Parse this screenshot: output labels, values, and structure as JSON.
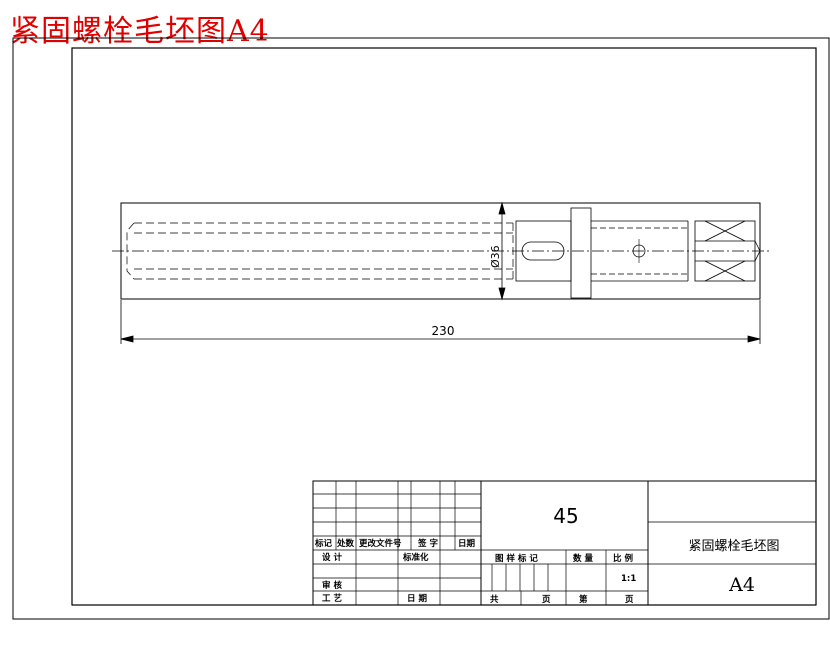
{
  "page_title": "紧固螺栓毛坯图A4",
  "drawing": {
    "diameter_label": "Ø36",
    "length_label": "230"
  },
  "title_block": {
    "material": "45",
    "drawing_name": "紧固螺栓毛坯图",
    "sheet_size": "A4",
    "scale_value": "1:1",
    "labels": {
      "mark": "标记",
      "count": "处数",
      "change_doc": "更改文件号",
      "signature": "签 字",
      "date": "日期",
      "design": "设 计",
      "standardize": "标准化",
      "review": "审 核",
      "process": "工 艺",
      "date2": "日 期",
      "stage_mark": "图 样 标 记",
      "quantity": "数 量",
      "scale": "比 例",
      "total": "共",
      "page": "页",
      "sheet_no": "第",
      "page2": "页"
    }
  }
}
